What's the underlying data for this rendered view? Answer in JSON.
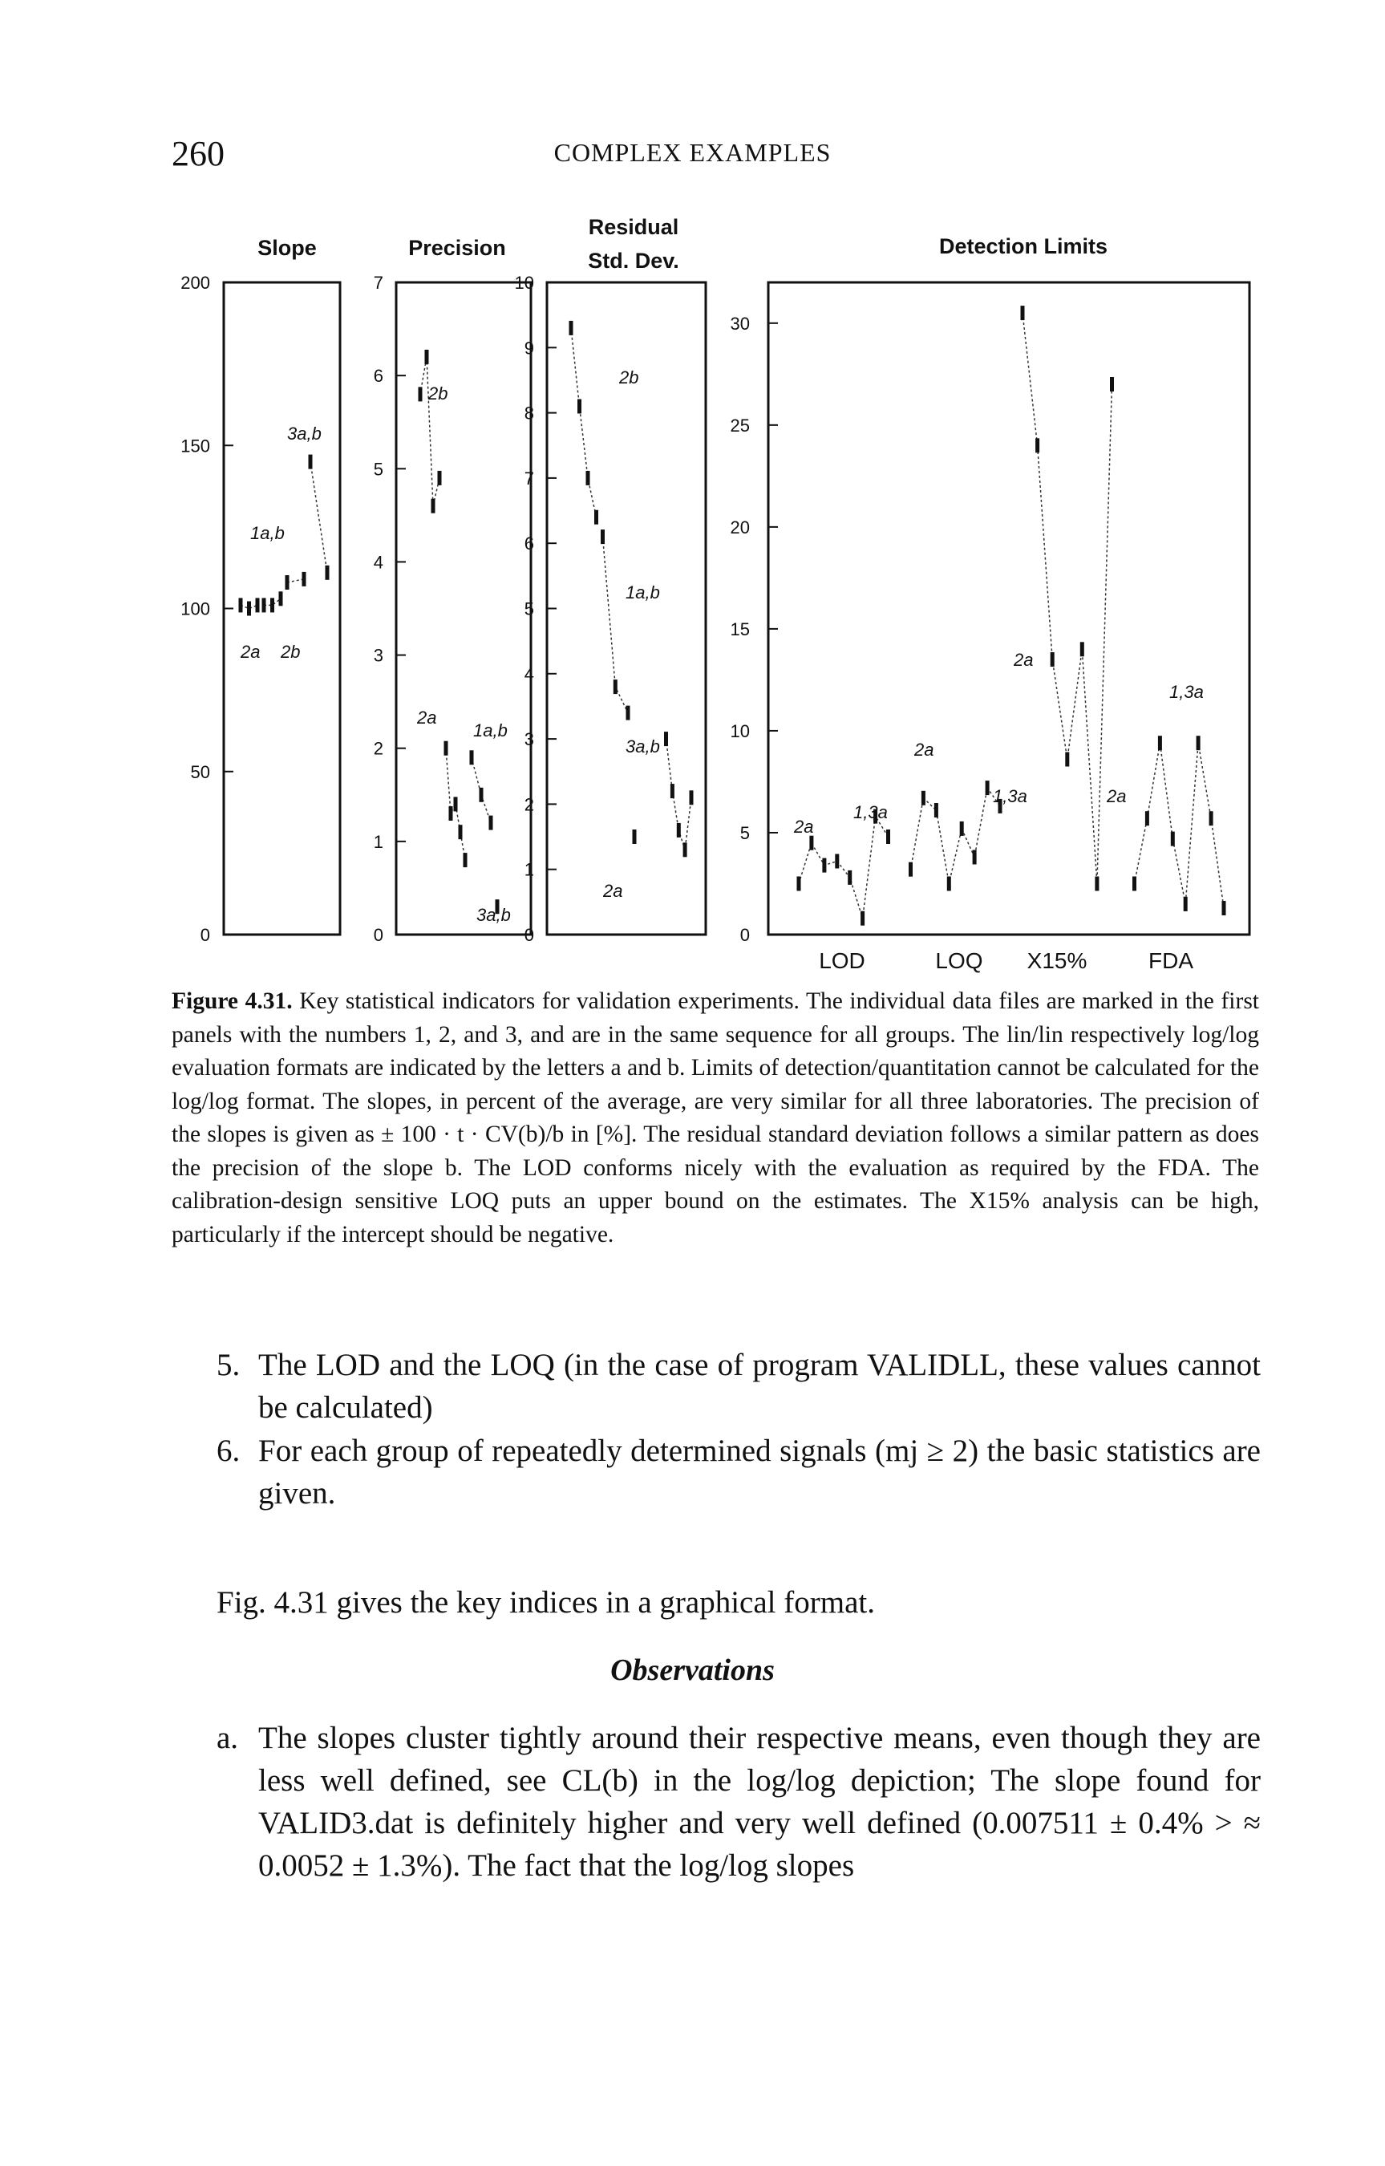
{
  "page": {
    "number": "260",
    "running_head": "COMPLEX EXAMPLES"
  },
  "figure": {
    "panel_titles": {
      "slope": "Slope",
      "precision": "Precision",
      "residual_1": "Residual",
      "residual_2": "Std. Dev.",
      "detection": "Detection Limits"
    },
    "labels": {
      "slope_3ab": "3a,b",
      "slope_1ab": "1a,b",
      "slope_2a": "2a",
      "slope_2b": "2b",
      "prec_2b": "2b",
      "prec_2a": "2a",
      "prec_1ab": "1a,b",
      "prec_3ab": "3a,b",
      "res_2b": "2b",
      "res_1ab": "1a,b",
      "res_3ab": "3a,b",
      "res_2a": "2a",
      "det_2a_1": "2a",
      "det_13a_1": "1,3a",
      "det_2a_2": "2a",
      "det_13a_2": "1,3a",
      "det_2a_3": "2a",
      "det_2a_4": "2a",
      "det_13a_3": "1,3a"
    },
    "chart_data": [
      {
        "type": "scatter",
        "title": "Slope",
        "ylim": [
          0,
          200
        ],
        "yticks": [
          "200",
          "150",
          "100",
          "50",
          "0"
        ],
        "series": [
          {
            "name": "2a",
            "x": [
              1,
              2,
              3
            ],
            "y": [
              101,
              100,
              101
            ]
          },
          {
            "name": "2b",
            "x": [
              4,
              5,
              6
            ],
            "y": [
              101,
              101,
              103
            ]
          },
          {
            "name": "1a,b",
            "x": [
              7,
              8
            ],
            "y": [
              108,
              109
            ]
          },
          {
            "name": "3a,b",
            "x": [
              9,
              10
            ],
            "y": [
              145,
              111
            ]
          }
        ]
      },
      {
        "type": "scatter",
        "title": "Precision",
        "ylim": [
          0,
          7
        ],
        "yticks": [
          "7",
          "6",
          "5",
          "4",
          "3",
          "2",
          "1",
          "0"
        ],
        "series": [
          {
            "name": "2b",
            "x": [
              1,
              2,
              3,
              4
            ],
            "y": [
              5.8,
              6.2,
              4.6,
              4.9
            ]
          },
          {
            "name": "2a",
            "x": [
              1,
              2,
              3,
              4,
              5
            ],
            "y": [
              2.0,
              1.3,
              1.4,
              1.1,
              0.8
            ]
          },
          {
            "name": "1a,b",
            "x": [
              1,
              2,
              3
            ],
            "y": [
              1.9,
              1.5,
              1.2
            ]
          },
          {
            "name": "3a,b",
            "x": [
              1
            ],
            "y": [
              0.3
            ]
          }
        ]
      },
      {
        "type": "scatter",
        "title": "Residual Std. Dev.",
        "ylim": [
          0,
          10
        ],
        "yticks": [
          "10",
          "9",
          "8",
          "7",
          "6",
          "5",
          "4",
          "3",
          "2",
          "1",
          "0"
        ],
        "series": [
          {
            "name": "2b",
            "x": [
              1,
              2,
              3,
              4
            ],
            "y": [
              9.3,
              8.1,
              7.0,
              6.4
            ]
          },
          {
            "name": "1a,b",
            "x": [
              1,
              2,
              3
            ],
            "y": [
              6.1,
              3.8,
              3.4
            ]
          },
          {
            "name": "3a,b",
            "x": [
              1
            ],
            "y": [
              1.5
            ]
          },
          {
            "name": "2a",
            "x": [
              1,
              2,
              3,
              4,
              5
            ],
            "y": [
              3.0,
              2.2,
              1.6,
              1.3,
              2.1
            ]
          }
        ]
      },
      {
        "type": "scatter",
        "title": "Detection Limits",
        "ylim": [
          0,
          32
        ],
        "yticks": [
          "30",
          "25",
          "20",
          "15",
          "10",
          "5",
          "0"
        ],
        "categories": [
          "LOD",
          "LOQ",
          "X15%",
          "FDA"
        ],
        "series": [
          {
            "name": "LOD",
            "values": [
              2.5,
              4.5,
              3.4,
              3.6,
              2.8,
              0.8,
              5.8,
              4.8
            ]
          },
          {
            "name": "LOQ",
            "values": [
              3.2,
              6.7,
              6.1,
              2.5,
              5.2,
              3.8,
              7.2,
              6.3
            ]
          },
          {
            "name": "X15%",
            "values": [
              30.5,
              24.0,
              13.5,
              8.6,
              14.0,
              2.5,
              27.0
            ]
          },
          {
            "name": "FDA",
            "values": [
              2.5,
              5.7,
              9.4,
              4.7,
              1.5,
              9.4,
              5.7,
              1.3
            ]
          }
        ]
      }
    ]
  },
  "caption": {
    "label": "Figure 4.31.",
    "text": "Key statistical indicators for validation experiments. The individual data files are marked in the first panels with the numbers 1, 2, and 3, and are in the same sequence for all groups. The lin/lin respectively log/log evaluation formats are indicated by the letters a and b. Limits of detection/quantitation cannot be calculated for the log/log format. The slopes, in percent of the average, are very similar for all three laboratories. The precision of the slopes is given as ± 100 · t · CV(b)/b in [%]. The residual standard deviation follows a similar pattern as does the precision of the slope b. The LOD conforms nicely with the evaluation as required by the FDA. The calibration-design sensitive LOQ puts an upper bound on the estimates. The X15% analysis can be high, particularly if the intercept should be negative."
  },
  "body": {
    "item5_num": "5.",
    "item5_text": "The LOD and the LOQ (in the case of program VALIDLL, these values cannot be calculated)",
    "item6_num": "6.",
    "item6_text": "For each group of repeatedly determined signals (mj ≥ 2) the basic statistics are given.",
    "para": "Fig. 4.31 gives the key indices in a graphical format.",
    "heading": "Observations",
    "obs_a_num": "a.",
    "obs_a_text": "The slopes cluster tightly around their respective means, even though they are less well defined, see CL(b) in the log/log depiction; The slope found for VALID3.dat is definitely higher and very well defined (0.007511 ± 0.4% > ≈ 0.0052 ± 1.3%). The fact that the log/log slopes"
  }
}
